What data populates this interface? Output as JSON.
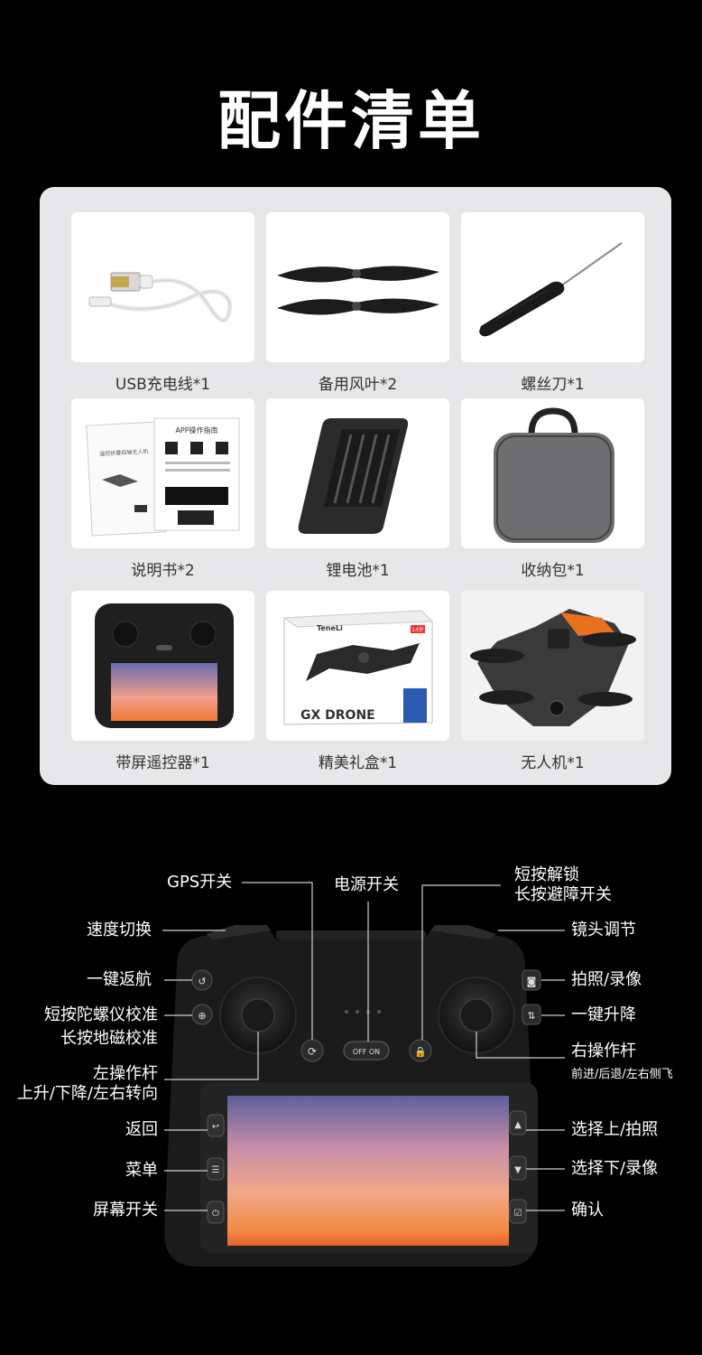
{
  "title": "配件清单",
  "accessories": [
    {
      "name": "usb-cable",
      "icon": "usb-cable-photo",
      "label": "USB充电线*1"
    },
    {
      "name": "spare-propellers",
      "icon": "propeller-photo",
      "label": "备用风叶*2"
    },
    {
      "name": "screwdriver",
      "icon": "screwdriver-photo",
      "label": "螺丝刀*1"
    },
    {
      "name": "manual",
      "icon": "manual-photo",
      "label": "说明书*2"
    },
    {
      "name": "battery",
      "icon": "battery-photo",
      "label": "锂电池*1"
    },
    {
      "name": "storage-bag",
      "icon": "bag-photo",
      "label": "收纳包*1"
    },
    {
      "name": "screen-remote",
      "icon": "remote-photo",
      "label": "带屏遥控器*1"
    },
    {
      "name": "gift-box",
      "icon": "box-photo",
      "label": "精美礼盒*1"
    },
    {
      "name": "drone",
      "icon": "drone-photo",
      "label": "无人机*1"
    }
  ],
  "manual_text": {
    "app_guide": "APP操作指南",
    "cover_title": "遥控折叠四轴无人机"
  },
  "box_text": {
    "brand": "TeneLi",
    "model": "GX DRONE",
    "badge": "14岁"
  },
  "remote": {
    "power_switch_label": "OFF ON",
    "left_callouts": {
      "gps": "GPS开关",
      "speed": "速度切换",
      "return_home": "一键返航",
      "gyro_line1": "短按陀螺仪校准",
      "gyro_line2": "长按地磁校准",
      "left_stick_line1": "左操作杆",
      "left_stick_line2": "上升/下降/左右转向",
      "back": "返回",
      "menu": "菜单",
      "screen_switch": "屏幕开关"
    },
    "right_callouts": {
      "power": "电源开关",
      "unlock_line1": "短按解锁",
      "unlock_line2": "长按避障开关",
      "lens": "镜头调节",
      "photo_video": "拍照/录像",
      "takeoff_land": "一键升降",
      "right_stick": "右操作杆",
      "right_stick_sub": "前进/后退/左右侧飞",
      "select_up": "选择上/拍照",
      "select_down": "选择下/录像",
      "confirm": "确认"
    }
  }
}
